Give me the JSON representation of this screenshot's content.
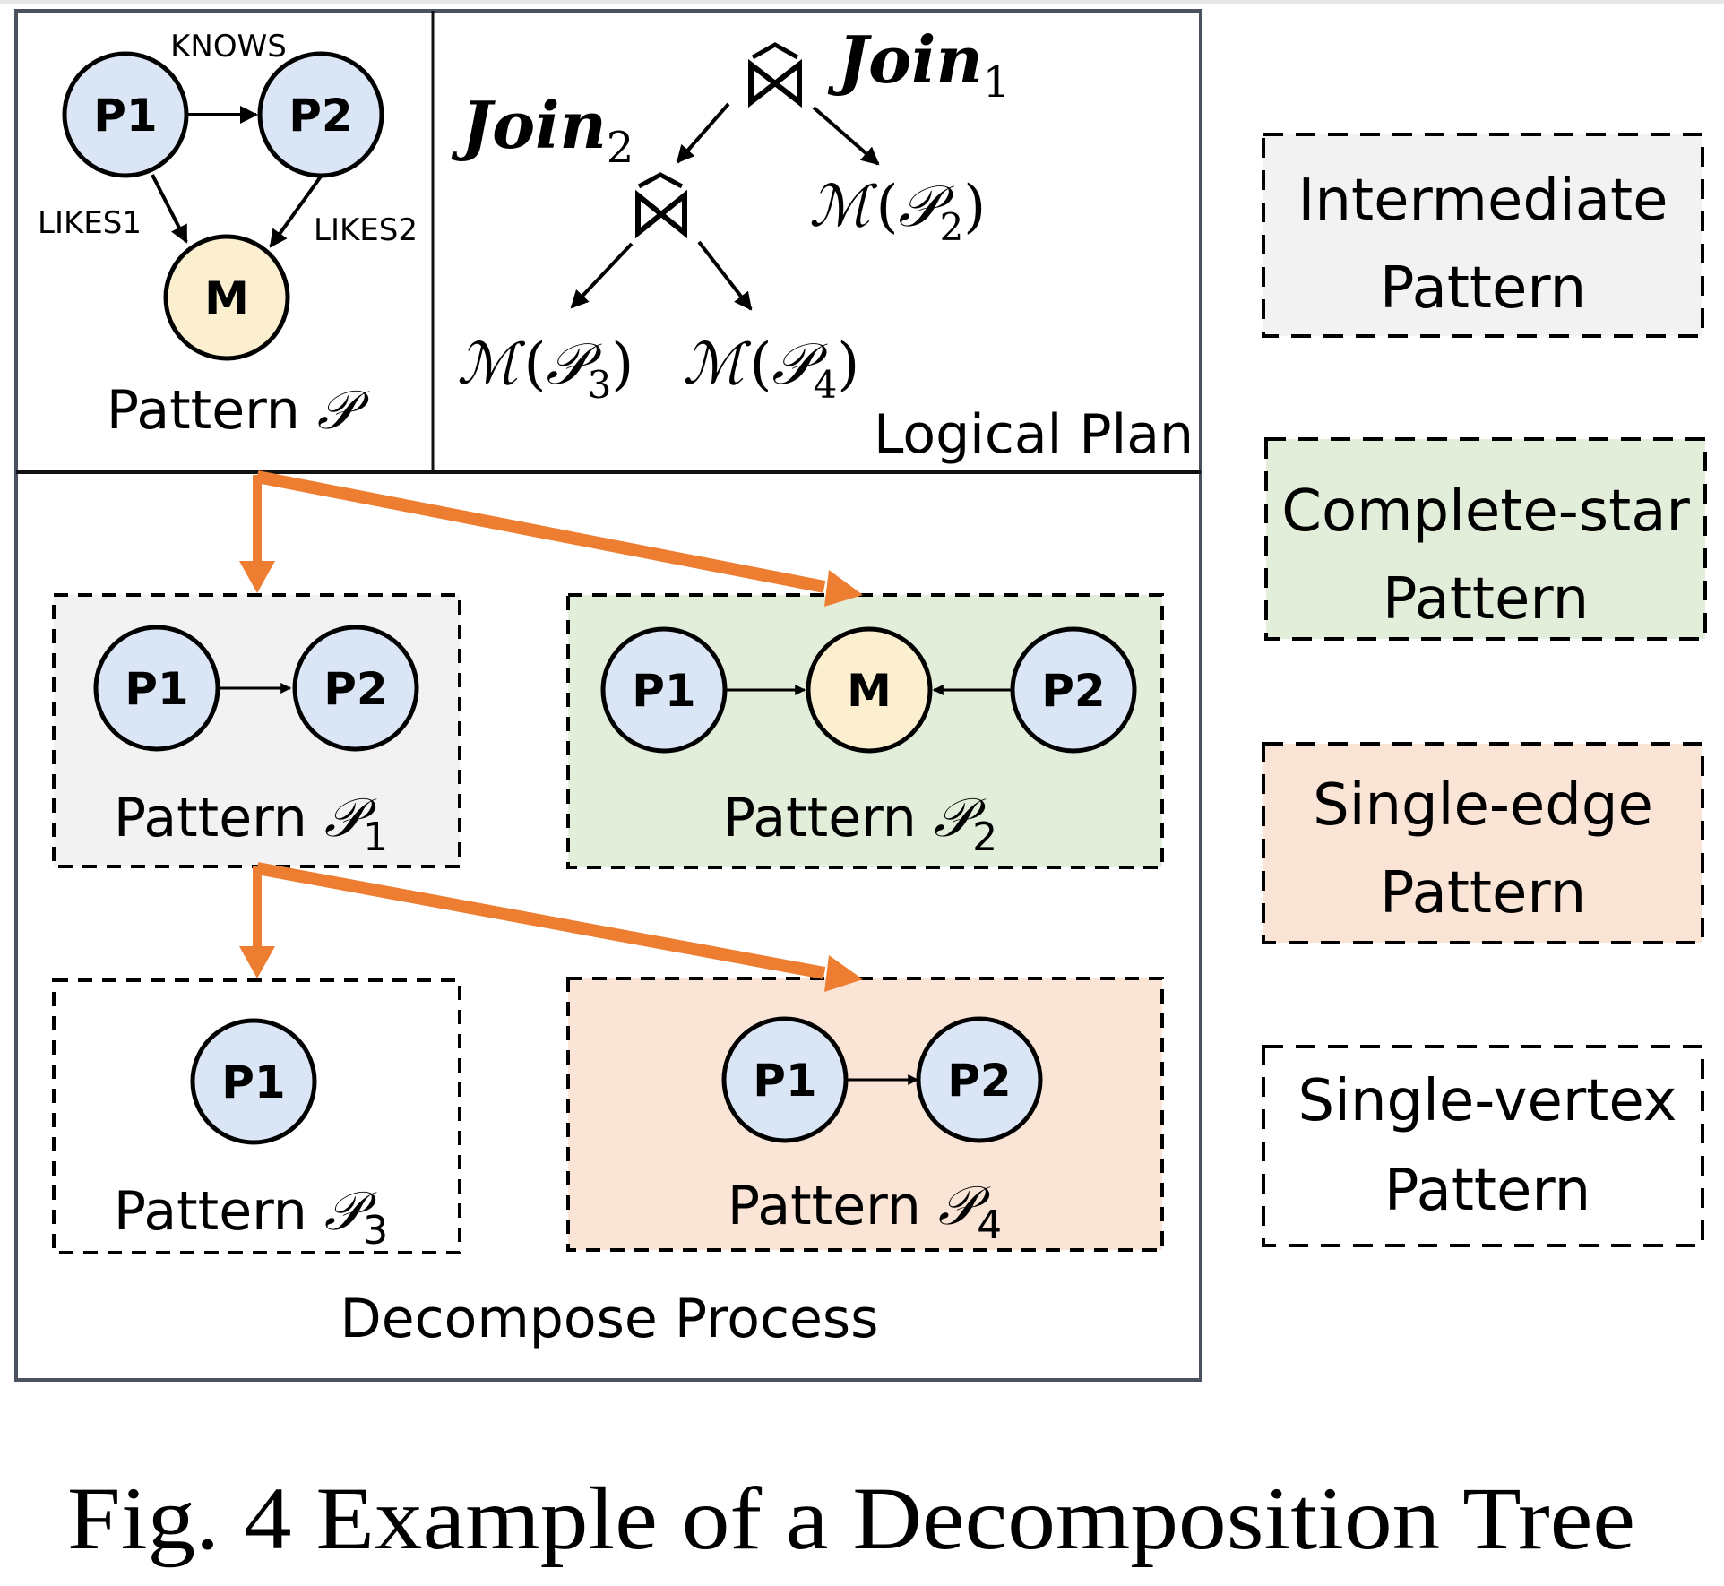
{
  "colors": {
    "person_node": "#dae6f5",
    "movie_node": "#fcefd0",
    "intermediate_fill": "#f2f2f2",
    "complete_star_fill": "#e2eed9",
    "single_edge_fill": "#f9e4d6",
    "single_vertex_fill": "#ffffff",
    "decompose_arrow": "#ed7d31",
    "outer_border": "#4a5260"
  },
  "pattern_p": {
    "nodes": {
      "p1": "P1",
      "p2": "P2",
      "m": "M"
    },
    "edges": {
      "knows": "KNOWS",
      "likes1": "LIKES1",
      "likes2": "LIKES2"
    },
    "caption_prefix": "Pattern ",
    "caption_symbol": "𝒫"
  },
  "logical_plan": {
    "join1_label": "Join",
    "join1_sub": "1",
    "join2_label": "Join",
    "join2_sub": "2",
    "join_symbol": "⋈",
    "join_hat": "^",
    "m_p2": {
      "m": "ℳ",
      "open": "(",
      "p": "𝒫",
      "sub": "2",
      "close": ")"
    },
    "m_p3": {
      "m": "ℳ",
      "open": "(",
      "p": "𝒫",
      "sub": "3",
      "close": ")"
    },
    "m_p4": {
      "m": "ℳ",
      "open": "(",
      "p": "𝒫",
      "sub": "4",
      "close": ")"
    },
    "title": "Logical Plan"
  },
  "decompose": {
    "title": "Decompose Process",
    "patterns": [
      {
        "id": "p1",
        "prefix": "Pattern ",
        "symbol": "𝒫",
        "sub": "1",
        "nodes": [
          "P1",
          "P2"
        ]
      },
      {
        "id": "p2",
        "prefix": "Pattern ",
        "symbol": "𝒫",
        "sub": "2",
        "nodes": [
          "P1",
          "M",
          "P2"
        ]
      },
      {
        "id": "p3",
        "prefix": "Pattern ",
        "symbol": "𝒫",
        "sub": "3",
        "nodes": [
          "P1"
        ]
      },
      {
        "id": "p4",
        "prefix": "Pattern ",
        "symbol": "𝒫",
        "sub": "4",
        "nodes": [
          "P1",
          "P2"
        ]
      }
    ]
  },
  "legend": [
    {
      "line1": "Intermediate",
      "line2": "Pattern"
    },
    {
      "line1": "Complete-star",
      "line2": "Pattern"
    },
    {
      "line1": "Single-edge",
      "line2": "Pattern"
    },
    {
      "line1": "Single-vertex",
      "line2": "Pattern"
    }
  ],
  "figure_caption": "Fig. 4 Example of a Decomposition Tree"
}
